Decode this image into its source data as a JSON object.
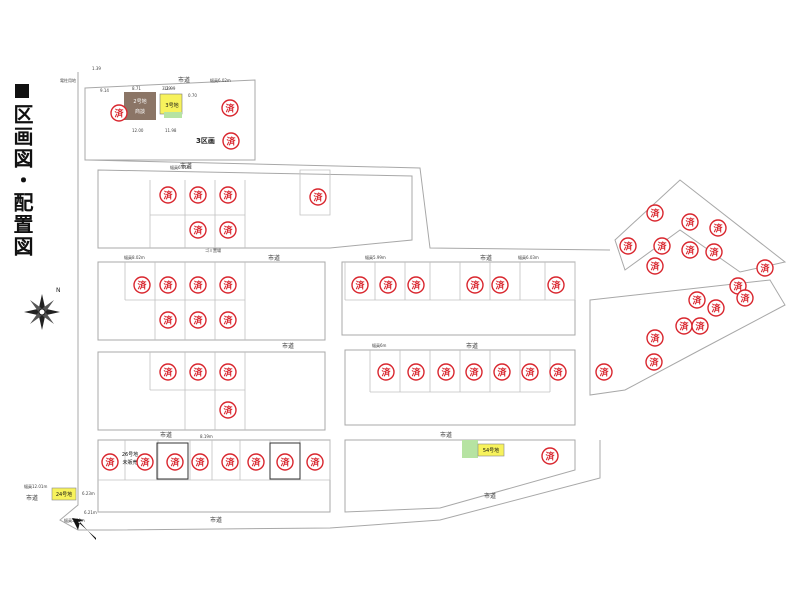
{
  "title": "区画図・配置図",
  "sold_label": "済",
  "road_label": "市道",
  "district_label": "3区画",
  "compass_n": "N",
  "colors": {
    "sold_circle": "#d9262e",
    "lot_line": "#9a9a9a",
    "road_line": "#a8a8a8",
    "highlight_yellow": "#f7f25c",
    "highlight_green": "#b6e3a2",
    "brown_lot": "#8b7566"
  },
  "plots": {
    "p2": {
      "line1": "2号地",
      "line2": "商談"
    },
    "p3": {
      "label": "3号地"
    },
    "p26": {
      "line1": "26号地",
      "line2": "未販売"
    },
    "p24": {
      "label": "24号地"
    },
    "p54": {
      "label": "54号地"
    }
  },
  "notes": [
    "1.39",
    "電柱用地",
    "9.14",
    "8.71",
    "3.29",
    "11.99",
    "0.70",
    "12.00",
    "11.98",
    "幅員6.02m",
    "幅員6.01m",
    "幅員5.99m",
    "幅員8.02m",
    "幅員6.03m",
    "幅員6m",
    "ゴミ置場",
    "幅員12.01m",
    "幅員5.80m",
    "6.23m",
    "6.21m",
    "8.19m"
  ]
}
